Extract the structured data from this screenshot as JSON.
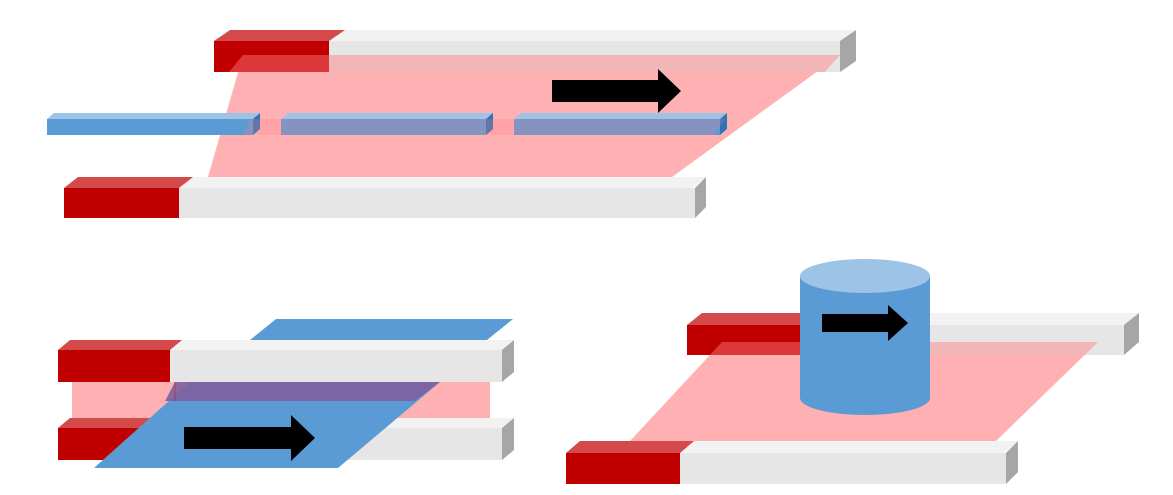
{
  "colors": {
    "background": "#ffffff",
    "electrode_red": "#c00000",
    "electrode_red_top": "#d44a4a",
    "bar_light": "#e7e6e6",
    "bar_light_top": "#f2f2f2",
    "bar_side": "#a6a6a6",
    "field_pink": "#ff7c80",
    "blue": "#5b9bd5",
    "blue_dark": "#2e75b6",
    "blue_top": "#9dc3e6",
    "overlap_purple": "#7f5f9f",
    "arrow": "#000000"
  },
  "panels": [
    {
      "id": "top",
      "description_icon": "arrow-right-icon",
      "elements": [
        "two-electrode-rails",
        "three-blue-strips",
        "pink-field-region"
      ]
    },
    {
      "id": "bottom-left",
      "description_icon": "arrow-right-icon",
      "elements": [
        "two-electrode-rails",
        "blue-parallelogram-plate",
        "pink-field-region"
      ]
    },
    {
      "id": "bottom-right",
      "description_icon": "arrow-right-icon",
      "elements": [
        "two-electrode-rails",
        "blue-cylinder",
        "pink-field-region"
      ]
    }
  ]
}
